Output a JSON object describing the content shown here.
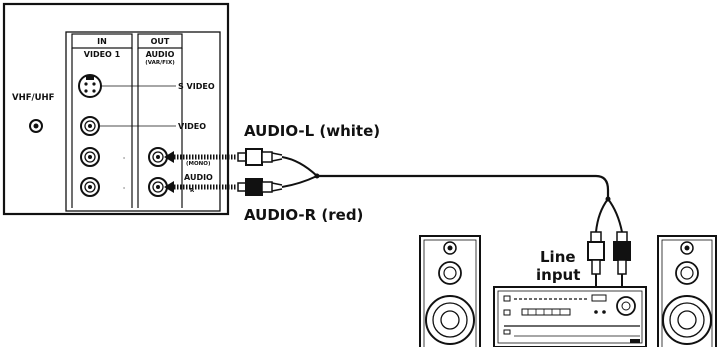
{
  "tv_panel": {
    "in_header": "IN",
    "in_sub": "VIDEO 1",
    "out_header": "OUT",
    "out_sub": "AUDIO",
    "out_sub2": "(VAR/FIX)",
    "vhf_label": "VHF/UHF",
    "svideo_label": "S VIDEO",
    "video_label": "VIDEO",
    "mono_label": "(MONO)",
    "audio_label": "AUDIO",
    "l_mark": "L",
    "r_mark": "R"
  },
  "cables": {
    "left_label": "AUDIO-L (white)",
    "right_label": "AUDIO-R (red)"
  },
  "stereo": {
    "line_input_1": "Line",
    "line_input_2": "input"
  }
}
